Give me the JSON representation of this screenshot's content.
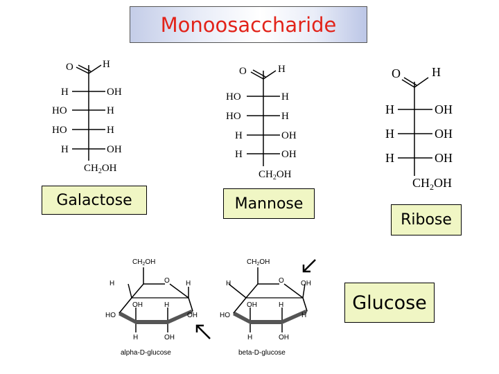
{
  "title": "Monoosaccharide",
  "labels": {
    "galactose": "Galactose",
    "mannose": "Mannose",
    "ribose": "Ribose",
    "glucose": "Glucose"
  },
  "atoms": {
    "O": "O",
    "H": "H",
    "OH": "OH",
    "HO": "HO",
    "CH2OH_main": "CH",
    "CH2OH_sub": "2",
    "CH2OH_tail": "OH"
  },
  "captions": {
    "alpha": "alpha-D-glucose",
    "beta": "beta-D-glucose"
  },
  "colors": {
    "title_text": "#e2231a",
    "label_fill": "#f0f6c4"
  }
}
